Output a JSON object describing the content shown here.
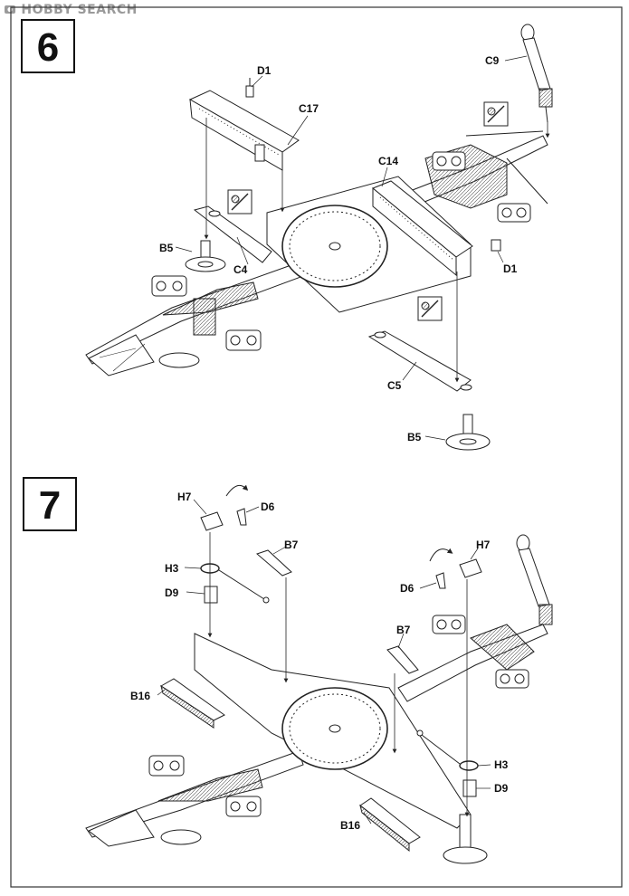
{
  "watermark": {
    "text": "HOBBY SEARCH"
  },
  "steps": [
    {
      "number": "6",
      "labels": {
        "D1_top": "D1",
        "C17": "C17",
        "C9": "C9",
        "C14": "C14",
        "B5_left": "B5",
        "C4": "C4",
        "D1_right": "D1",
        "C5": "C5",
        "B5_bottom": "B5"
      }
    },
    {
      "number": "7",
      "labels": {
        "H7_left": "H7",
        "D6_left": "D6",
        "B7_left": "B7",
        "H3_left": "H3",
        "D9_left": "D9",
        "B16_left": "B16",
        "H7_right": "H7",
        "D6_right": "D6",
        "B7_right": "B7",
        "H3_right": "H3",
        "D9_right": "D9",
        "B16_right": "B16"
      }
    }
  ]
}
